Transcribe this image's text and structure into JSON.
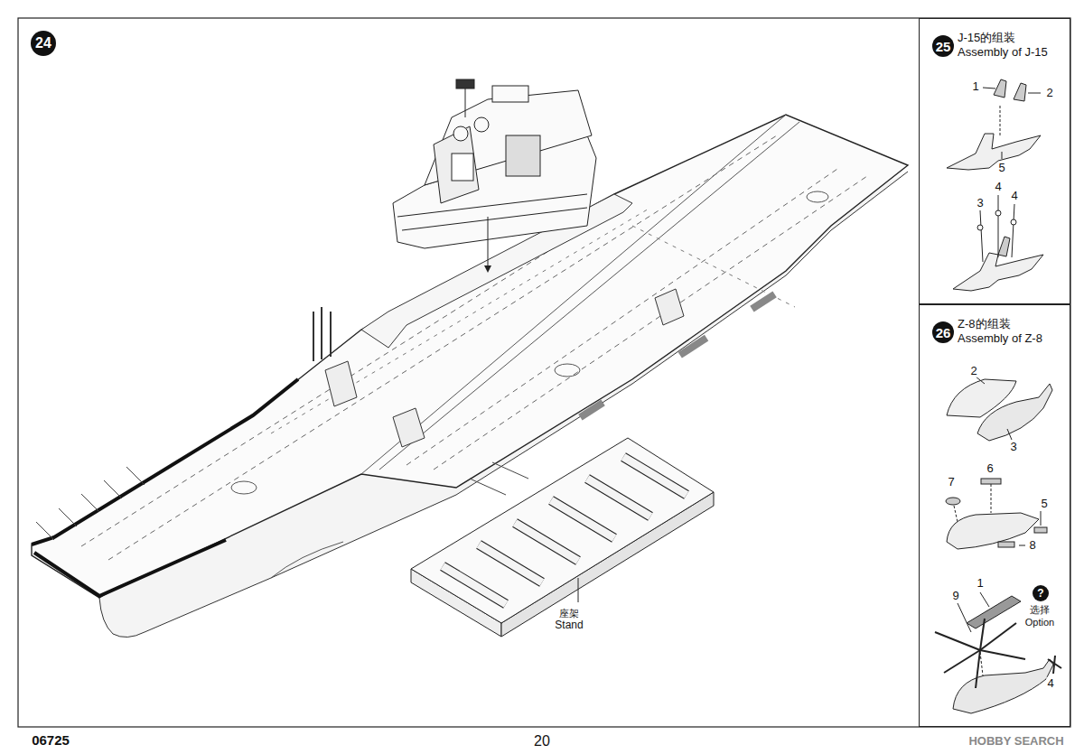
{
  "diagram": {
    "nodes": [
      {
        "text": [
          "24"
        ]
      },
      {
        "text": [
          "J-15的组装",
          "Assembly of J-15"
        ]
      },
      {
        "text": [
          "25"
        ],
        "in": 1
      },
      {
        "text": [
          "Z-8的组装",
          "Assembly of Z-8"
        ]
      },
      {
        "text": [
          "26"
        ],
        "in": 3
      },
      {
        "text": [
          "?"
        ],
        "in": 3
      }
    ],
    "labels": [
      "1",
      "2",
      "5",
      "3",
      "4",
      "4",
      "2",
      "3",
      "7",
      "6",
      "5",
      "8",
      "1",
      "9",
      "4",
      "选择",
      "Option",
      "座架",
      "Stand",
      "06725",
      "20",
      "HOBBY SEARCH"
    ]
  }
}
